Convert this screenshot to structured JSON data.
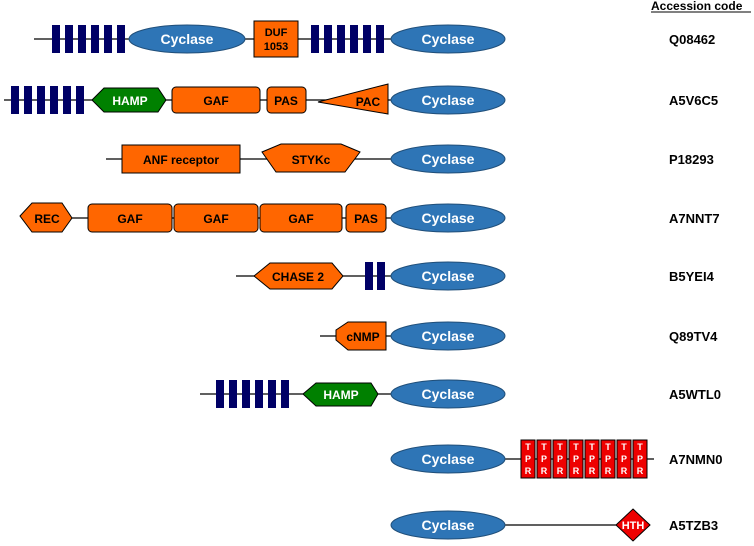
{
  "header": {
    "accession_title": "Accession code"
  },
  "rows": [
    {
      "accession": "Q08462",
      "domains": [
        "Cyclase",
        "DUF",
        "1053",
        "Cyclase"
      ]
    },
    {
      "accession": "A5V6C5",
      "domains": [
        "HAMP",
        "GAF",
        "PAS",
        "PAC",
        "Cyclase"
      ]
    },
    {
      "accession": "P18293",
      "domains": [
        "ANF receptor",
        "STYKc",
        "Cyclase"
      ]
    },
    {
      "accession": "A7NNT7",
      "domains": [
        "REC",
        "GAF",
        "GAF",
        "GAF",
        "PAS",
        "Cyclase"
      ]
    },
    {
      "accession": "B5YEI4",
      "domains": [
        "CHASE 2",
        "Cyclase"
      ]
    },
    {
      "accession": "Q89TV4",
      "domains": [
        "cNMP",
        "Cyclase"
      ]
    },
    {
      "accession": "A5WTL0",
      "domains": [
        "HAMP",
        "Cyclase"
      ]
    },
    {
      "accession": "A7NMN0",
      "domains": [
        "Cyclase"
      ],
      "tpr": {
        "letters": [
          "T",
          "P",
          "R"
        ],
        "count": 8
      }
    },
    {
      "accession": "A5TZB3",
      "domains": [
        "Cyclase",
        "HTH"
      ]
    }
  ],
  "colors": {
    "cyclase": "#2e75b6",
    "orange_domain": "#ff6600",
    "hamp": "#008000",
    "transmembrane": "#000066",
    "tpr": "#ee0000",
    "hth": "#ee0000",
    "line": "#000000"
  }
}
